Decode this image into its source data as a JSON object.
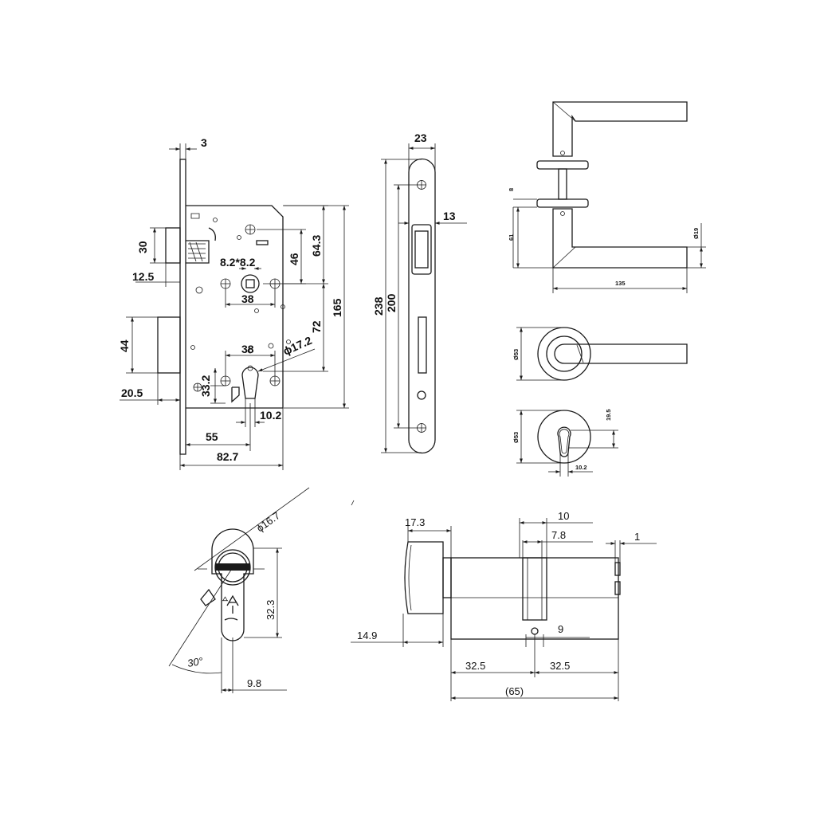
{
  "lock_body": {
    "dims": {
      "faceplate_thickness": "3",
      "latch_height": "30",
      "latch_offset": "12.5",
      "spindle_square": "8.2*8.2",
      "hole_spacing_top": "38",
      "spindle_to_top": "46",
      "top_edge": "64.3",
      "center_distance": "72",
      "body_height": "165",
      "cylinder_hole": "17.2",
      "cylinder_hole_prefix": "ϕ",
      "hole_spacing_bottom": "38",
      "cylinder_height": "33.2",
      "bolt_height": "44",
      "bolt_throw": "20.5",
      "cam_width": "10.2",
      "backset": "55",
      "body_depth": "82.7"
    }
  },
  "faceplate": {
    "dims": {
      "width": "23",
      "thickness": "13",
      "total_length": "238",
      "screw_distance": "200"
    }
  },
  "lever_side": {
    "dims": {
      "rose_thickness": "8",
      "height": "61",
      "grip_diameter": "Ø19",
      "length": "135"
    }
  },
  "lever_rose": {
    "dims": {
      "diameter": "Ø53"
    }
  },
  "escutcheon": {
    "dims": {
      "diameter": "Ø53",
      "keyhole_height": "19.5",
      "keyhole_width": "10.2"
    }
  },
  "cylinder_front": {
    "dims": {
      "diameter": "16.7",
      "diameter_prefix": "ϕ",
      "height": "32.3",
      "angle": "30°",
      "width": "9.8"
    }
  },
  "cylinder_side": {
    "dims": {
      "knob_width": "17.3",
      "cam_width": "10",
      "cam_offset": "7.8",
      "end_gap": "1",
      "knob_offset": "14.9",
      "cam_hole": "9",
      "half_left": "32.5",
      "half_right": "32.5",
      "total_length": "(65)"
    }
  }
}
